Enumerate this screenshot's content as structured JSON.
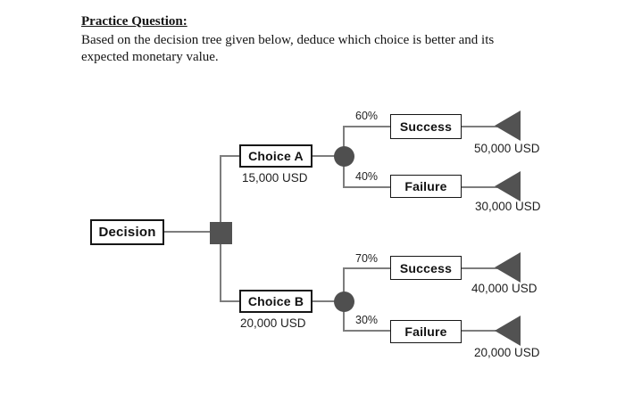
{
  "header": {
    "title": "Practice Question:",
    "body": "Based on the decision tree given below, deduce which choice is better and its expected monetary value."
  },
  "colors": {
    "node_fill": "#525252",
    "connector_line": "#7d7d7d",
    "box_border": "#161616",
    "background": "#ffffff"
  },
  "tree": {
    "root": {
      "label": "Decision"
    },
    "choices": [
      {
        "label": "Choice A",
        "cost": "15,000 USD",
        "outcomes": [
          {
            "probability": "60%",
            "label": "Success",
            "payoff": "50,000 USD"
          },
          {
            "probability": "40%",
            "label": "Failure",
            "payoff": "30,000 USD"
          }
        ]
      },
      {
        "label": "Choice B",
        "cost": "20,000 USD",
        "outcomes": [
          {
            "probability": "70%",
            "label": "Success",
            "payoff": "40,000 USD"
          },
          {
            "probability": "30%",
            "label": "Failure",
            "payoff": "20,000 USD"
          }
        ]
      }
    ]
  }
}
